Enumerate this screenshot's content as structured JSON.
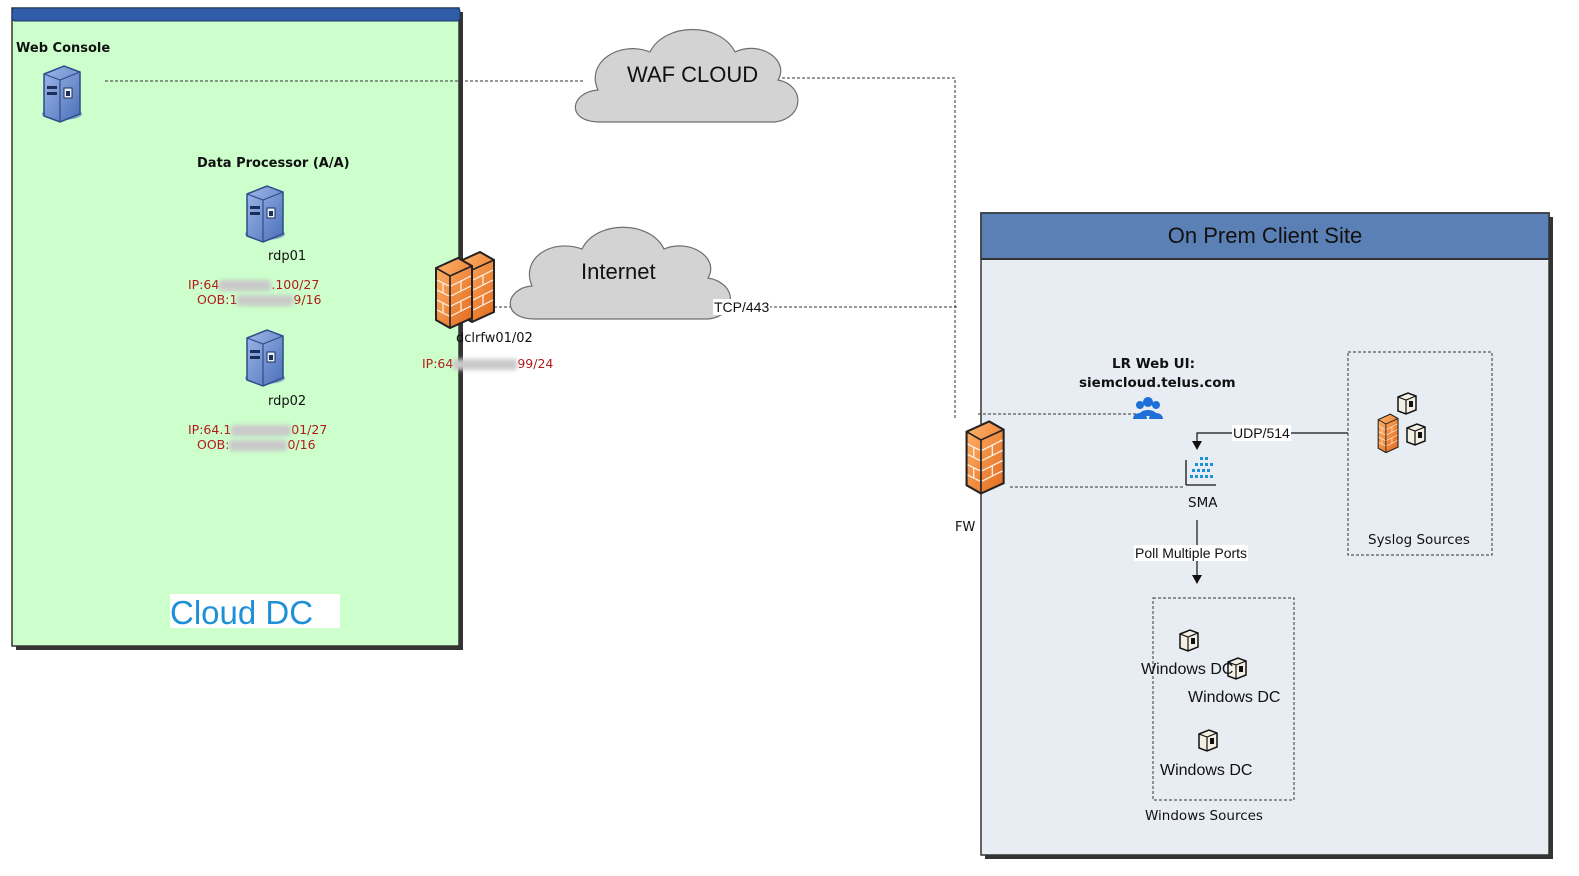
{
  "cloud_dc": {
    "label": "Cloud DC",
    "web_console": {
      "title": "Web Console"
    },
    "data_processor": {
      "title": "Data Processor (A/A)",
      "servers": [
        {
          "name": "rdp01",
          "ip_prefix": "IP:64",
          "ip_suffix": ".100/27",
          "oob_prefix": "OOB:1",
          "oob_suffix": "9/16"
        },
        {
          "name": "rdp02",
          "ip_prefix": "IP:64.1",
          "ip_suffix": "01/27",
          "oob_prefix": "OOB:",
          "oob_suffix": "0/16"
        }
      ]
    },
    "firewall": {
      "name": "dclrfw01/02",
      "ip_prefix": "IP:64",
      "ip_suffix": "99/24"
    }
  },
  "clouds": {
    "waf": "WAF CLOUD",
    "internet": "Internet"
  },
  "connections": {
    "tcp": "TCP/443",
    "udp": "UDP/514",
    "poll": "Poll Multiple Ports"
  },
  "on_prem": {
    "title": "On Prem Client Site",
    "fw": "FW",
    "lr_web_ui_title": "LR Web UI:",
    "lr_web_ui_host": "siemcloud.telus.com",
    "sma": "SMA",
    "syslog_sources": "Syslog Sources",
    "windows_sources": "Windows Sources",
    "windows_dcs": [
      "Windows DC",
      "Windows DC",
      "Windows DC"
    ]
  },
  "colors": {
    "cloud_dc_fill": "#ccffcc",
    "header_blue": "#5b80b5",
    "onprem_fill": "#e8edf4",
    "cloud_grey": "#d3d3d3",
    "firewall_orange": "#f28a3a",
    "accent_blue": "#1e90d6",
    "ip_red": "#b31b1b"
  }
}
